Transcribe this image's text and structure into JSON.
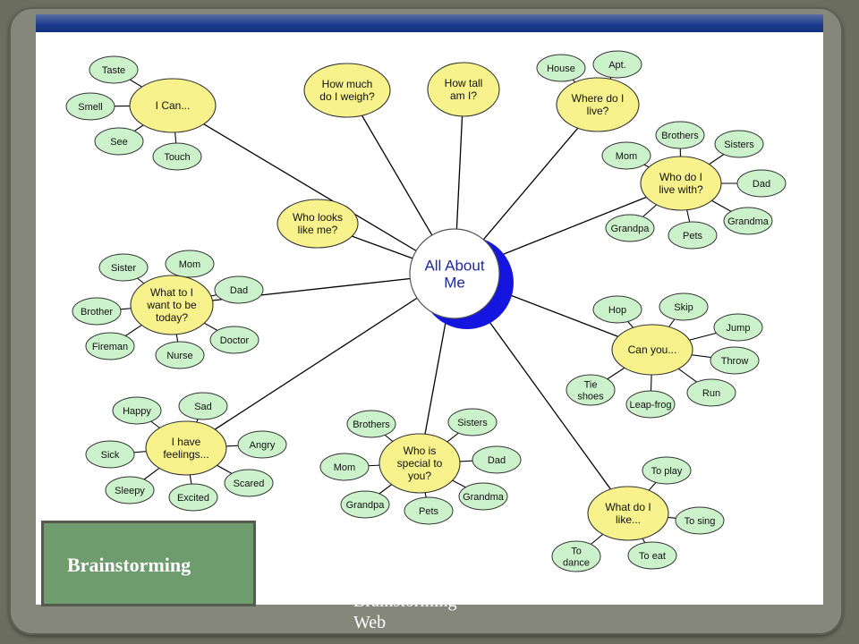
{
  "center": {
    "lines": [
      "All About",
      "Me"
    ],
    "shadow_color": "#1515e0",
    "fill": "#ffffff",
    "text_color": "#1e2a9a"
  },
  "colors": {
    "hub": "#f7f28c",
    "leaf": "#ccf2cc",
    "line": "#000000"
  },
  "hubs": [
    {
      "id": "i-can",
      "lines": [
        "I Can..."
      ],
      "leaves": [
        [
          "Taste"
        ],
        [
          "Smell"
        ],
        [
          "See"
        ],
        [
          "Touch"
        ]
      ]
    },
    {
      "id": "how-much-weigh",
      "lines": [
        "How much",
        "do I weigh?"
      ],
      "leaves": []
    },
    {
      "id": "how-tall",
      "lines": [
        "How tall",
        "am I?"
      ],
      "leaves": []
    },
    {
      "id": "where-live",
      "lines": [
        "Where do I",
        "live?"
      ],
      "leaves": [
        [
          "House"
        ],
        [
          "Apt."
        ]
      ]
    },
    {
      "id": "who-live-with",
      "lines": [
        "Who do I",
        "live with?"
      ],
      "leaves": [
        [
          "Mom"
        ],
        [
          "Brothers"
        ],
        [
          "Sisters"
        ],
        [
          "Dad"
        ],
        [
          "Grandma"
        ],
        [
          "Pets"
        ],
        [
          "Grandpa"
        ]
      ]
    },
    {
      "id": "who-looks-like",
      "lines": [
        "Who looks",
        "like me?"
      ],
      "leaves": []
    },
    {
      "id": "what-want-to-be",
      "lines": [
        "What to I",
        "want to be",
        "today?"
      ],
      "leaves": [
        [
          "Sister"
        ],
        [
          "Mom"
        ],
        [
          "Dad"
        ],
        [
          "Brother"
        ],
        [
          "Doctor"
        ],
        [
          "Fireman"
        ],
        [
          "Nurse"
        ]
      ]
    },
    {
      "id": "can-you",
      "lines": [
        "Can you..."
      ],
      "leaves": [
        [
          "Hop"
        ],
        [
          "Skip"
        ],
        [
          "Jump"
        ],
        [
          "Throw"
        ],
        [
          "Run"
        ],
        [
          "Leap-frog"
        ],
        [
          "Tie",
          "shoes"
        ]
      ]
    },
    {
      "id": "feelings",
      "lines": [
        "I have",
        "feelings..."
      ],
      "leaves": [
        [
          "Happy"
        ],
        [
          "Sad"
        ],
        [
          "Angry"
        ],
        [
          "Scared"
        ],
        [
          "Excited"
        ],
        [
          "Sleepy"
        ],
        [
          "Sick"
        ]
      ]
    },
    {
      "id": "who-special",
      "lines": [
        "Who is",
        "special to",
        "you?"
      ],
      "leaves": [
        [
          "Brothers"
        ],
        [
          "Sisters"
        ],
        [
          "Dad"
        ],
        [
          "Grandma"
        ],
        [
          "Pets"
        ],
        [
          "Grandpa"
        ],
        [
          "Mom"
        ]
      ]
    },
    {
      "id": "what-like",
      "lines": [
        "What do I",
        "like..."
      ],
      "leaves": [
        [
          "To play"
        ],
        [
          "To sing"
        ],
        [
          "To eat"
        ],
        [
          "To",
          "dance"
        ]
      ]
    }
  ],
  "label_box": {
    "text": "Brainstorming"
  },
  "caption": {
    "line1": "Brainstorming",
    "line2": "Web"
  }
}
